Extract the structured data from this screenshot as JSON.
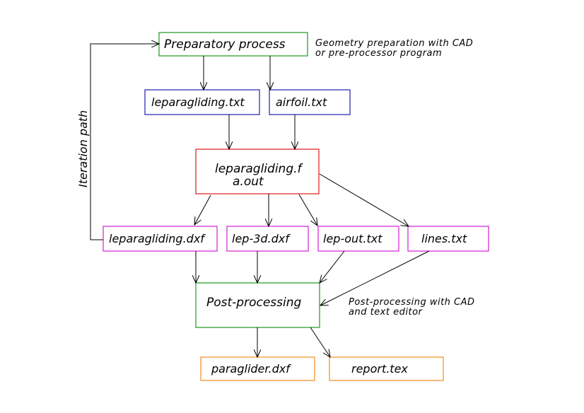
{
  "colors": {
    "green": "#1e9a1e",
    "blue": "#1f1fb4",
    "red": "#e01818",
    "magenta": "#d41fd4",
    "orange": "#f08c1e"
  },
  "nodes": {
    "preparatory": "Preparatory process",
    "leparagliding_txt": "leparagliding.txt",
    "airfoil_txt": "airfoil.txt",
    "program_line1": "leparagliding.f",
    "program_line2": "a.out",
    "leparagliding_dxf": "leparagliding.dxf",
    "lep3d_dxf": "lep-3d.dxf",
    "lep_out_txt": "lep-out.txt",
    "lines_txt": "lines.txt",
    "postprocessing": "Post-processing",
    "paraglider_dxf": "paraglider.dxf",
    "report_tex": "report.tex"
  },
  "annotations": {
    "pre_note_line1": "Geometry preparation with CAD",
    "pre_note_line2": "or pre-processor program",
    "post_note_line1": "Post-processing with CAD",
    "post_note_line2": "and text editor",
    "iteration": "Iteration path"
  }
}
